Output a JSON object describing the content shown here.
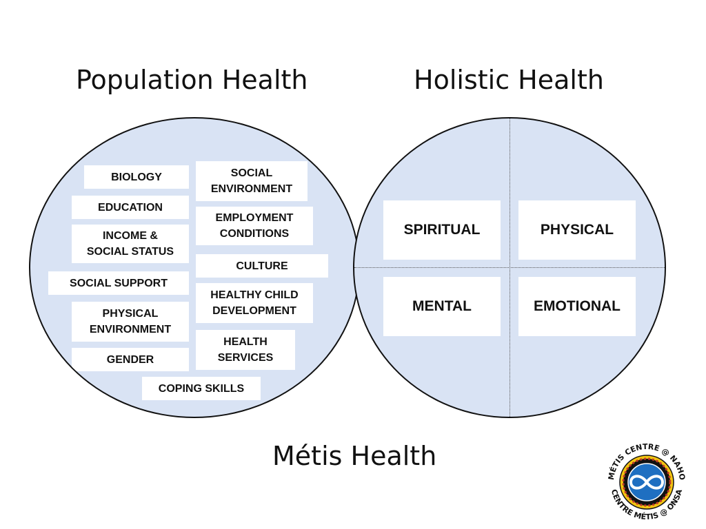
{
  "titles": {
    "population": "Population Health",
    "holistic": "Holistic Health",
    "metis": "Métis Health"
  },
  "population_factors": [
    "BIOLOGY",
    "SOCIAL\nENVIRONMENT",
    "EDUCATION",
    "EMPLOYMENT\nCONDITIONS",
    "INCOME &\nSOCIAL STATUS",
    "CULTURE",
    "SOCIAL SUPPORT",
    "HEALTHY CHILD\nDEVELOPMENT",
    "PHYSICAL\nENVIRONMENT",
    "HEALTH\nSERVICES",
    "GENDER",
    "COPING SKILLS"
  ],
  "holistic_dimensions": [
    "SPIRITUAL",
    "PHYSICAL",
    "MENTAL",
    "EMOTIONAL"
  ],
  "logo": {
    "top_text": "MÉTIS CENTRE @ NAHO",
    "bottom_text": "CENTRE MÉTIS @ ONSA",
    "icon": "infinity-icon"
  },
  "colors": {
    "circle_fill": "#d9e3f4",
    "box_fill": "#ffffff",
    "outline": "#111111",
    "logo_blue": "#1f6fc1"
  }
}
